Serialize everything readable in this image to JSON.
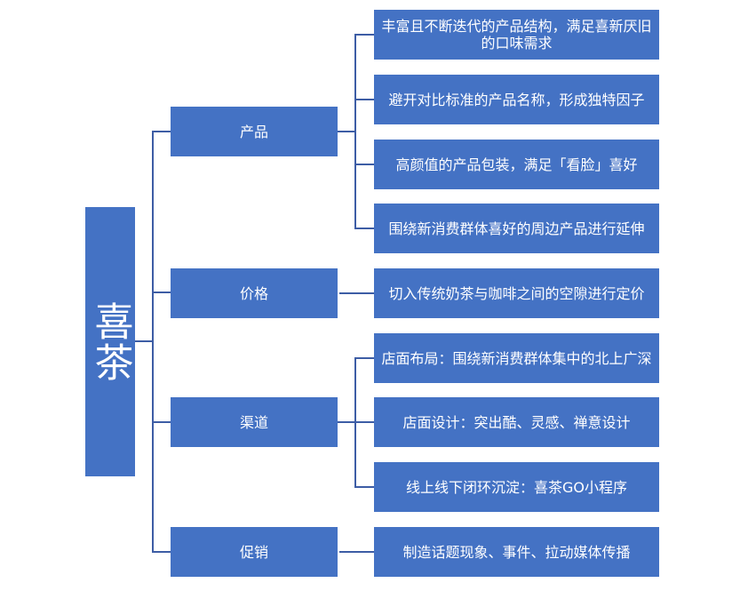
{
  "root": {
    "label": "喜茶"
  },
  "branches": [
    {
      "label": "产品",
      "items": [
        "丰富且不断迭代的产品结构，满足喜新厌旧的口味需求",
        "避开对比标准的产品名称，形成独特因子",
        "高颜值的产品包装，满足「看脸」喜好",
        "围绕新消费群体喜好的周边产品进行延伸"
      ]
    },
    {
      "label": "价格",
      "items": [
        "切入传统奶茶与咖啡之间的空隙进行定价"
      ]
    },
    {
      "label": "渠道",
      "items": [
        "店面布局：围绕新消费群体集中的北上广深",
        "店面设计：突出酷、灵感、禅意设计",
        "线上线下闭环沉淀：喜茶GO小程序"
      ]
    },
    {
      "label": "促销",
      "items": [
        "制造话题现象、事件、拉动媒体传播"
      ]
    }
  ],
  "colors": {
    "box": "#4472c4",
    "line": "#3d5da5",
    "text": "#ffffff"
  }
}
